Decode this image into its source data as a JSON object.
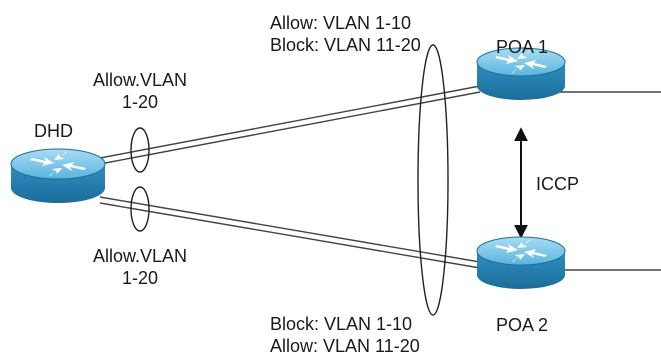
{
  "nodes": {
    "dhd": {
      "label": "DHD"
    },
    "poa1": {
      "label": "POA 1"
    },
    "poa2": {
      "label": "POA 2"
    }
  },
  "link_labels": {
    "dhd_top": {
      "line1": "Allow.VLAN",
      "line2": "1-20"
    },
    "dhd_bottom": {
      "line1": "Allow.VLAN",
      "line2": "1-20"
    },
    "poa1_bundle": {
      "line1": "Allow: VLAN 1-10",
      "line2": "Block: VLAN 11-20"
    },
    "poa2_bundle": {
      "line1": "Block: VLAN 1-10",
      "line2": "Allow: VLAN 11-20"
    }
  },
  "interchassis": {
    "label": "ICCP"
  },
  "colors": {
    "router_top": "#7fc7e8",
    "router_body": "#3a9fd1",
    "router_edge": "#1e6f98",
    "line": "#333333"
  },
  "icons": {
    "router": "router-icon",
    "arrow": "double-arrow-icon"
  }
}
